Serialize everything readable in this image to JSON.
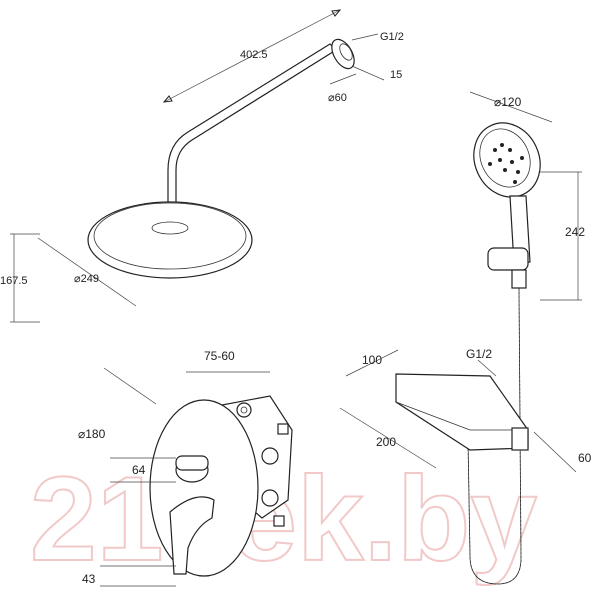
{
  "watermark": "21vek.by",
  "dimensions": {
    "arm_length": "402.5",
    "arm_thread": "G1/2",
    "arm_flange_depth": "15",
    "arm_flange_diameter": "⌀60",
    "head_diameter": "⌀249",
    "head_height": "167.5",
    "hand_diameter": "⌀120",
    "hand_length": "242",
    "box_depth": "75-60",
    "plate_diameter": "⌀180",
    "handle_offset": "64",
    "spout_offset": "43",
    "shelf_width": "100",
    "shelf_thread": "G1/2",
    "shelf_length": "200",
    "shelf_height": "60"
  },
  "colors": {
    "line": "#222222",
    "watermark": "#f2c9c9"
  }
}
